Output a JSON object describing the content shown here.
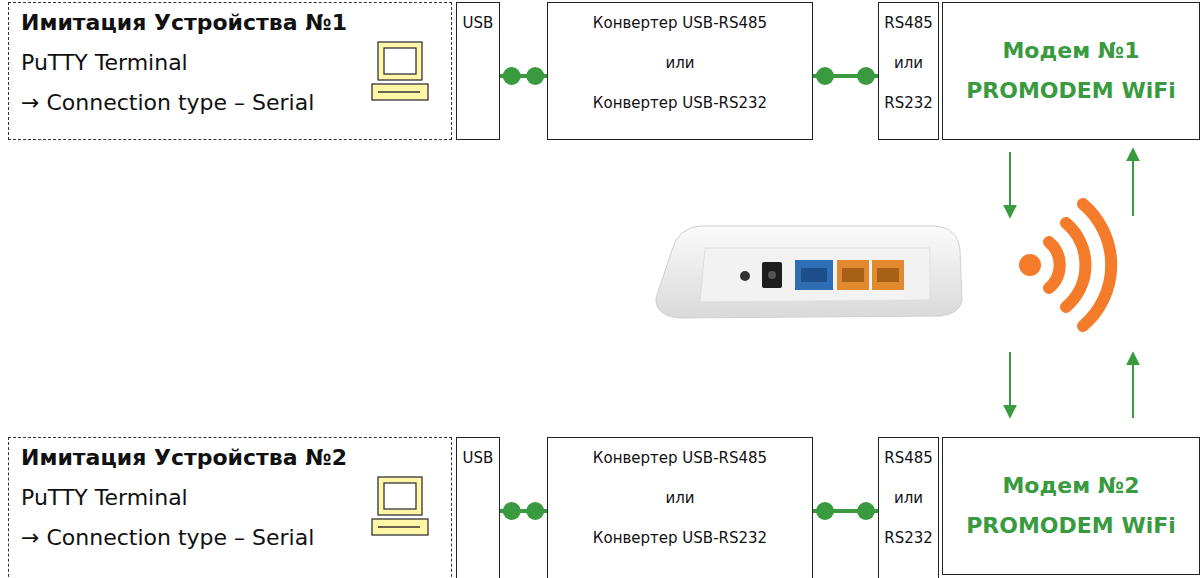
{
  "diagram": {
    "nodes": [
      {
        "text": [
          "Имитация Устройства №1",
          "PuTTY Terminal",
          "→ Connection type – Serial"
        ]
      },
      {
        "text": [
          "USB"
        ]
      },
      {
        "text": [
          "Конвертер USB-RS485",
          "или",
          "Конвертер USB-RS232"
        ]
      },
      {
        "text": [
          "RS485",
          "или",
          "RS232"
        ]
      },
      {
        "text": [
          "Модем №1",
          "PROMODEM WiFi"
        ]
      },
      {
        "text": [
          "Имитация Устройства №2",
          "PuTTY Terminal",
          "→ Connection type – Serial"
        ]
      },
      {
        "text": [
          "USB"
        ]
      },
      {
        "text": [
          "Конвертер USB-RS485",
          "или",
          "Конвертер USB-RS232"
        ]
      },
      {
        "text": [
          "RS485",
          "или",
          "RS232"
        ]
      },
      {
        "text": [
          "Модем №2",
          "PROMODEM WiFi"
        ]
      }
    ],
    "edges": [
      {
        "from": 1,
        "to": 2,
        "arrow": "none"
      },
      {
        "from": 2,
        "to": 3,
        "arrow": "none"
      },
      {
        "from": 6,
        "to": 7,
        "arrow": "none"
      },
      {
        "from": 7,
        "to": 8,
        "arrow": "none"
      }
    ]
  }
}
